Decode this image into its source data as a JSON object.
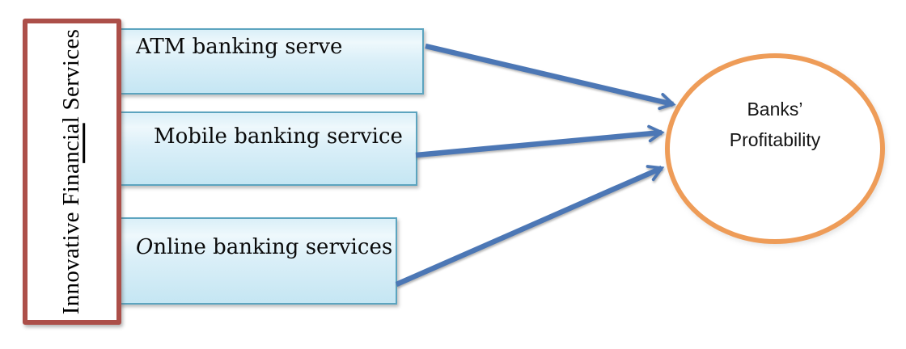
{
  "colors": {
    "arrow": "#4c77b5",
    "box_border": "#5ca4bf",
    "box_fill_top": "#daeff8",
    "box_fill_mid": "#eef8fc",
    "box_fill_bottom": "#c5e6f3",
    "frame_border": "#ac4f49",
    "ellipse_border": "#ee9c58"
  },
  "side_label": {
    "pre": "Innovative Fina",
    "underlined": "ncia",
    "post": "l Services"
  },
  "boxes": [
    {
      "label": "ATM banking serve"
    },
    {
      "label": "Mobile banking service"
    },
    {
      "italic_prefix": "O",
      "label_rest": "nline banking services"
    }
  ],
  "output": {
    "line1": "Banks’",
    "line2": "Profitability"
  }
}
